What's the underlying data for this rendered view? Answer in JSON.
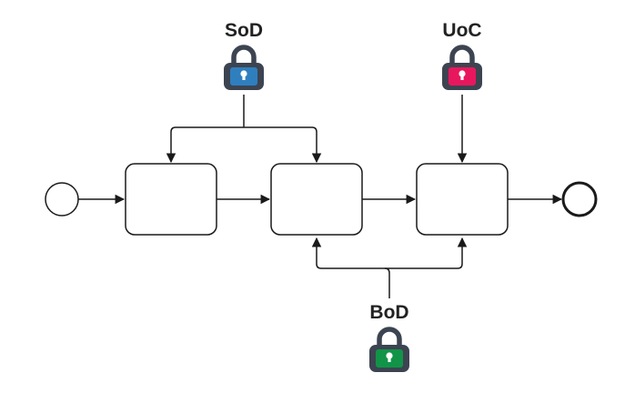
{
  "constraints": {
    "sod": {
      "label": "SoD",
      "color": "#2f7fbf",
      "icon": "padlock-icon"
    },
    "uoc": {
      "label": "UoC",
      "color": "#e8175d",
      "icon": "padlock-icon"
    },
    "bod": {
      "label": "BoD",
      "color": "#119447",
      "icon": "padlock-icon"
    }
  },
  "colors": {
    "stroke": "#1a1a1a",
    "lock_body": "#3d4451",
    "lock_shackle": "#3d4451"
  },
  "process": {
    "tasks": [
      "",
      "",
      ""
    ],
    "start_event": "start",
    "end_event": "end"
  }
}
